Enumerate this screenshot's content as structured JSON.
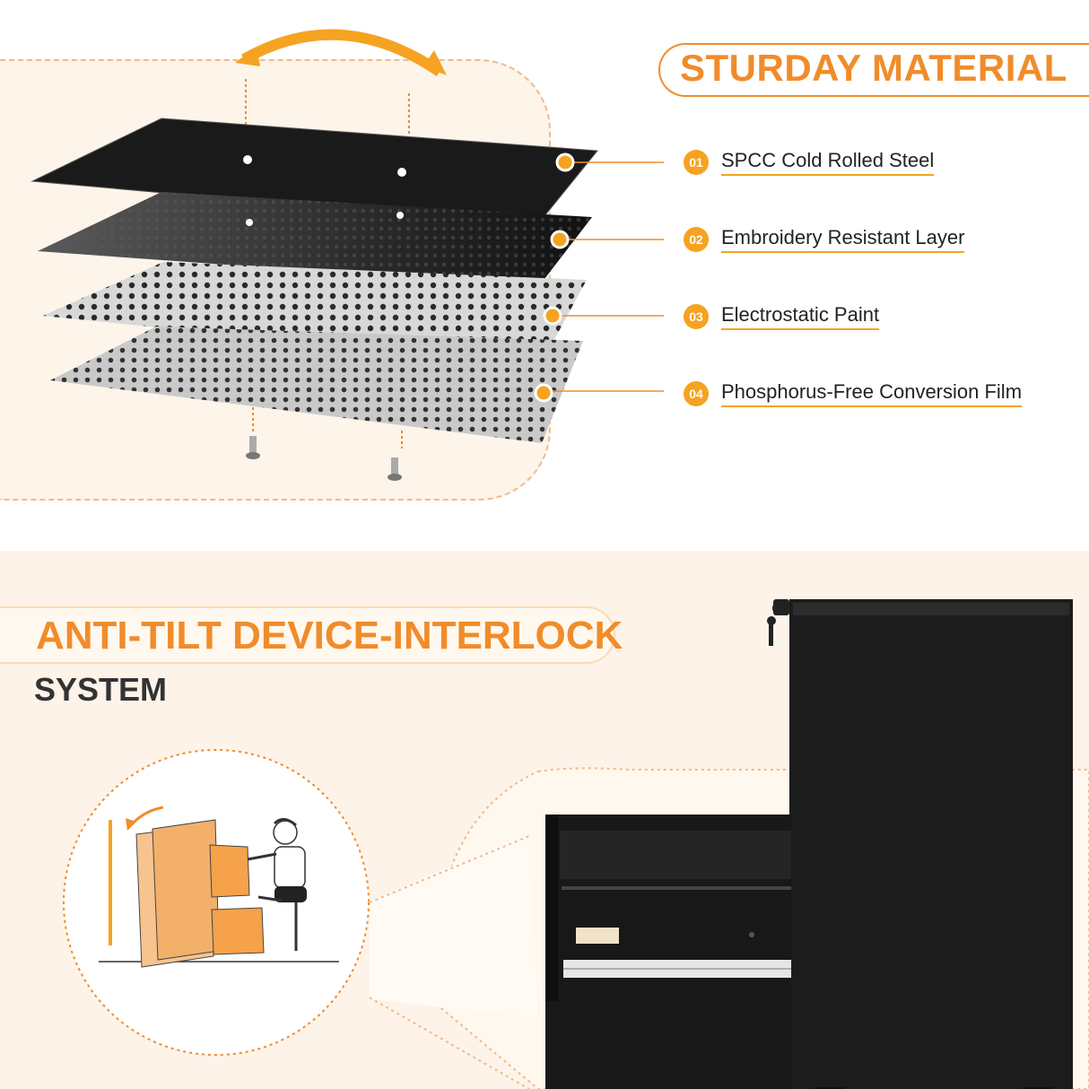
{
  "heading_material": "STURDAY MATERIAL",
  "features": [
    {
      "num": "01",
      "label": "SPCC Cold Rolled Steel"
    },
    {
      "num": "02",
      "label": "Embroidery Resistant Layer"
    },
    {
      "num": "03",
      "label": "Electrostatic Paint"
    },
    {
      "num": "04",
      "label": "Phosphorus-Free Conversion Film"
    }
  ],
  "heading_antitilt": "ANTI-TILT DEVICE-INTERLOCK",
  "heading_system": "SYSTEM",
  "colors": {
    "accent": "#f08c2a",
    "badge": "#f5a321",
    "panel": "#fdf4ea",
    "cabinet": "#1c1c1c"
  }
}
